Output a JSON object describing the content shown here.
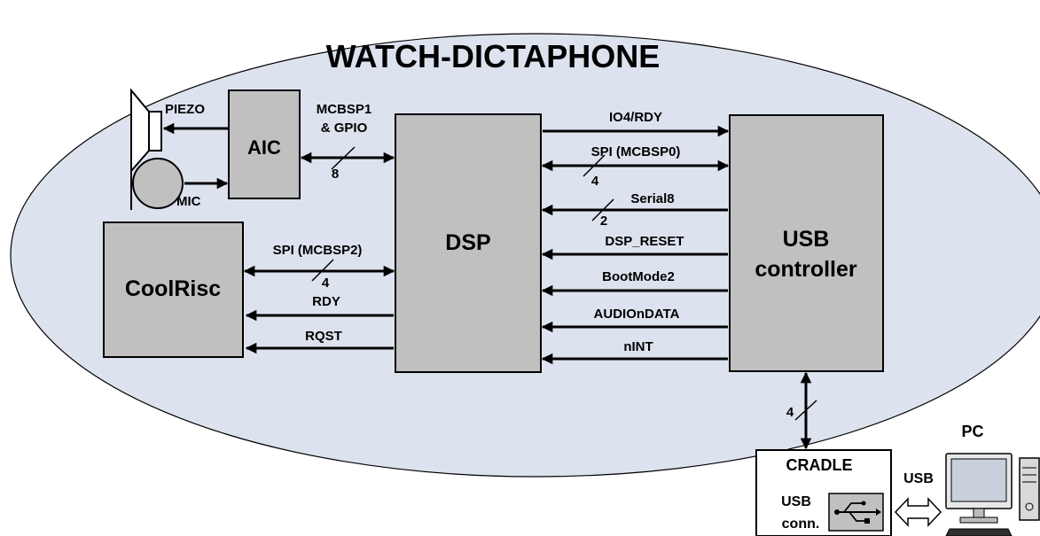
{
  "title": "WATCH-DICTAPHONE",
  "blocks": {
    "aic": "AIC",
    "dsp": "DSP",
    "usb_line1": "USB",
    "usb_line2": "controller",
    "coolrisc": "CoolRisc",
    "cradle": "CRADLE",
    "usb_conn_line1": "USB",
    "usb_conn_line2": "conn.",
    "pc": "PC"
  },
  "peripherals": {
    "piezo": "PIEZO",
    "mic": "MIC"
  },
  "signals": {
    "mcbsp1_line1": "MCBSP1",
    "mcbsp1_line2": "& GPIO",
    "mcbsp1_width": "8",
    "io4_rdy": "IO4/RDY",
    "spi_mcbsp0": "SPI (MCBSP0)",
    "spi_mcbsp0_width": "4",
    "serial8": "Serial8",
    "serial8_width": "2",
    "dsp_reset": "DSP_RESET",
    "bootmode2": "BootMode2",
    "audio_on_data": "AUDIOnDATA",
    "nint": "nINT",
    "spi_mcbsp2": "SPI (MCBSP2)",
    "spi_mcbsp2_width": "4",
    "rdy": "RDY",
    "rqst": "RQST",
    "usb_bus_width": "4",
    "usb_link": "USB"
  },
  "colors": {
    "ellipse_fill": "#dde3ee",
    "block_fill": "#c0c0c0",
    "line": "#000000",
    "pc_screen": "#c8d0dc"
  }
}
